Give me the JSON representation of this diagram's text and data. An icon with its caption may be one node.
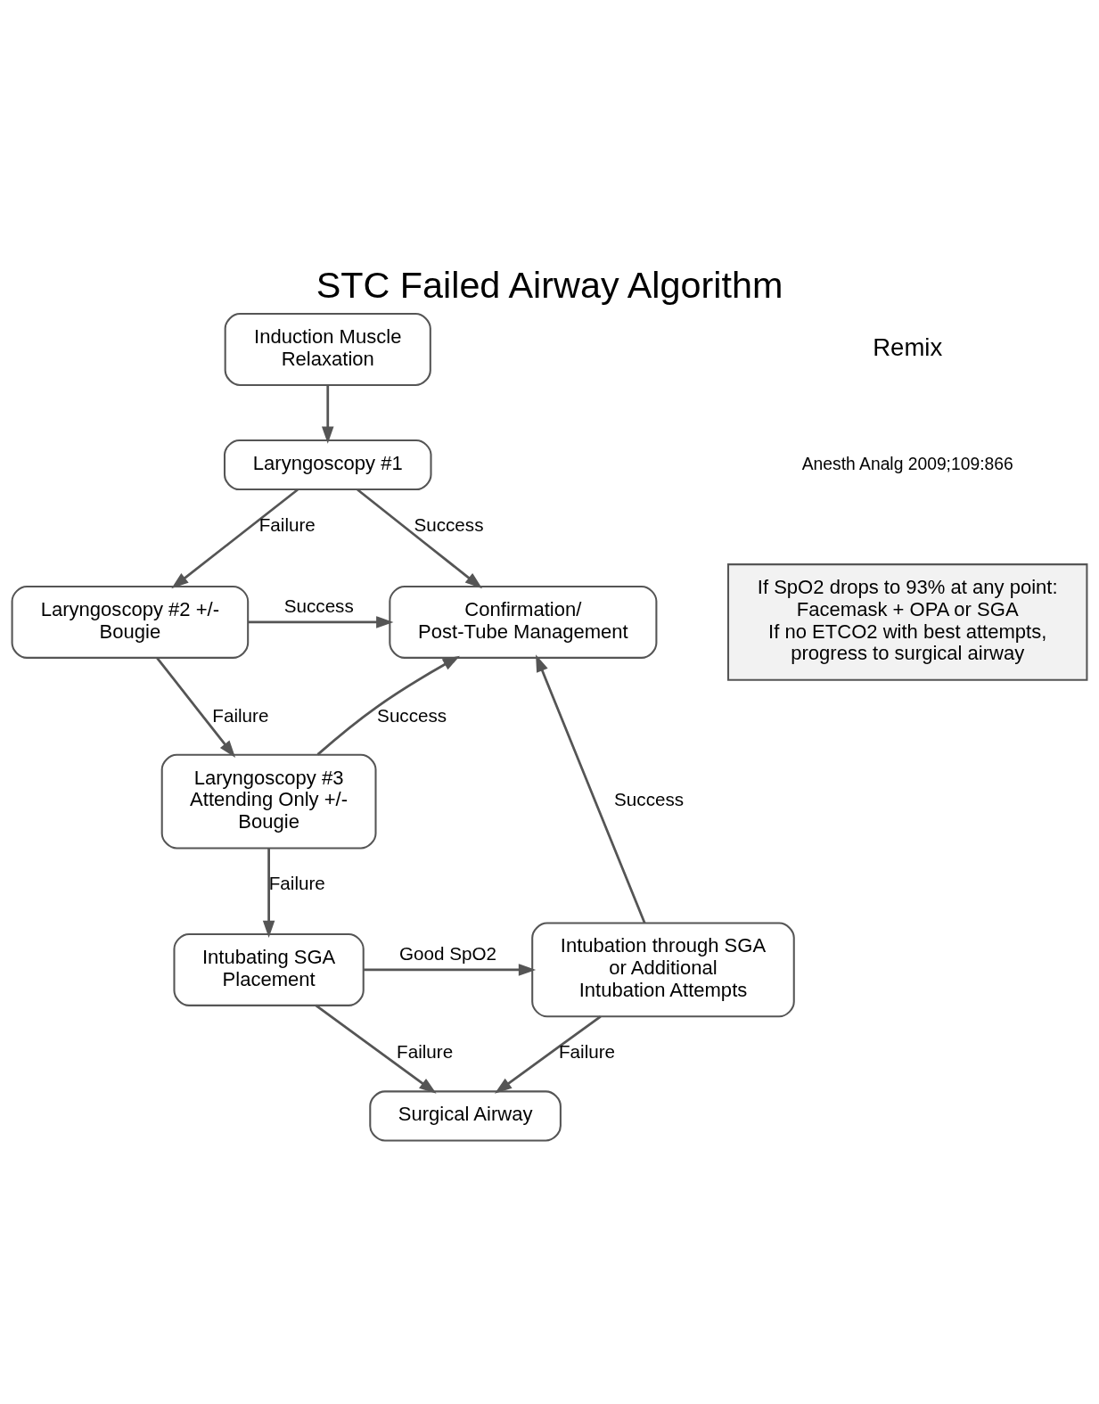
{
  "diagram": {
    "title": "STC Failed Airway Algorithm",
    "nodes": [
      {
        "text": [
          "Induction Muscle Relaxation"
        ]
      },
      {
        "text": [
          "Laryngoscopy #1"
        ]
      },
      {
        "text": [
          "Laryngoscopy #2 +/- Bougie"
        ]
      },
      {
        "text": [
          "Confirmation/ Post-Tube Management"
        ]
      },
      {
        "text": [
          "Laryngoscopy #3 Attending Only +/- Bougie"
        ]
      },
      {
        "text": [
          "Intubating SGA Placement"
        ]
      },
      {
        "text": [
          "Intubation through SGA or Additional Intubation Attempts"
        ]
      },
      {
        "text": [
          "Surgical Airway"
        ]
      },
      {
        "text": [
          "If SpO2 drops to 93% at any point: Facemask + OPA or SGA",
          "If no ETCO2 with best attempts, progress to surgical airway"
        ]
      }
    ],
    "edges": [
      {
        "from": 0,
        "to": 1,
        "arrow": "to"
      },
      {
        "from": 1,
        "to": 3,
        "arrow": "to",
        "label": "Success"
      },
      {
        "from": 1,
        "to": 2,
        "arrow": "to",
        "label": "Failure"
      },
      {
        "from": 2,
        "to": 3,
        "arrow": "to",
        "label": "Success"
      },
      {
        "from": 2,
        "to": 4,
        "arrow": "to",
        "label": "Failure"
      },
      {
        "from": 4,
        "to": 3,
        "arrow": "to",
        "label": "Success"
      },
      {
        "from": 4,
        "to": 5,
        "arrow": "to",
        "label": "Failure"
      },
      {
        "from": 5,
        "to": 6,
        "arrow": "to",
        "label": "Good SpO2"
      },
      {
        "from": 5,
        "to": 7,
        "arrow": "to",
        "label": "Failure"
      },
      {
        "from": 6,
        "to": 3,
        "arrow": "to",
        "label": "Success"
      },
      {
        "from": 6,
        "to": 7,
        "arrow": "to",
        "label": "Failure"
      }
    ],
    "labels": [
      "Remix",
      "Anesth Analg 2009;109:866"
    ]
  }
}
